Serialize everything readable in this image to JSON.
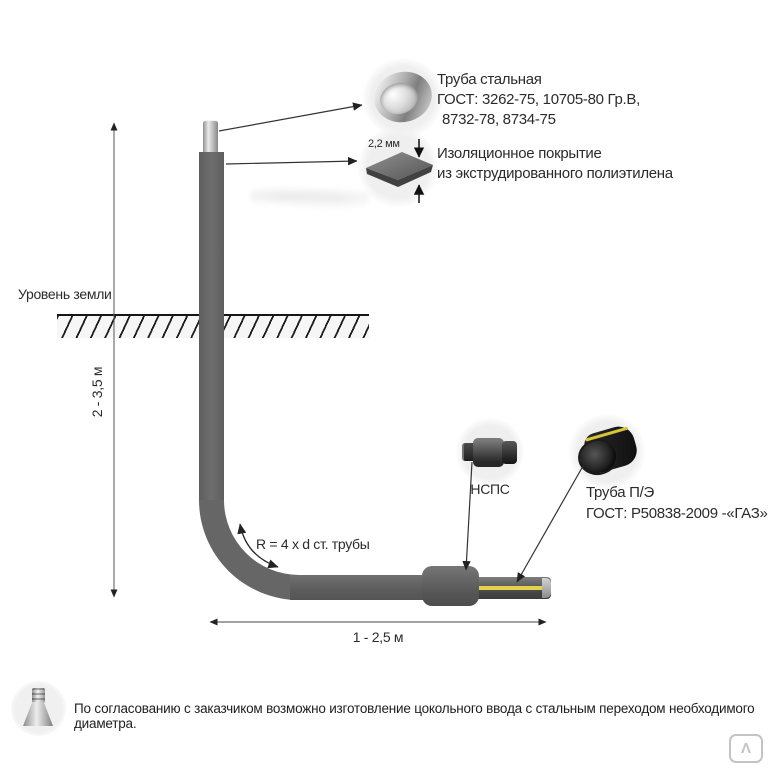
{
  "callouts": {
    "steel_pipe": {
      "title": "Труба стальная",
      "gost_line1": "ГОСТ: 3262-75, 10705-80 Гр.В,",
      "gost_line2": "8732-78, 8734-75"
    },
    "insulation": {
      "thickness": "2,2 мм",
      "line1": "Изоляционное покрытие",
      "line2": "из экструдированного полиэтилена"
    },
    "nsps": {
      "label": "НСПС"
    },
    "pe_pipe": {
      "title": "Труба П/Э",
      "gost": "ГОСТ: Р50838-2009 -«ГАЗ»"
    }
  },
  "annotations": {
    "ground_level": "Уровень земли",
    "bend_radius": "R = 4 x d ст. трубы",
    "depth_range": "2 - 3,5 м",
    "length_range": "1 - 2,5 м"
  },
  "footer": {
    "note": "По согласованию с заказчиком возможно изготовление цокольного ввода с стальным переходом необходимого диаметра.",
    "logo_glyph": "Λ"
  },
  "colors": {
    "pipe_gray": "#666666",
    "steel_metal": "#c9c9c9",
    "pe_yellow_stripe": "#e4d14c",
    "badge_background": "#f0f0f0",
    "line_color": "#333333"
  }
}
